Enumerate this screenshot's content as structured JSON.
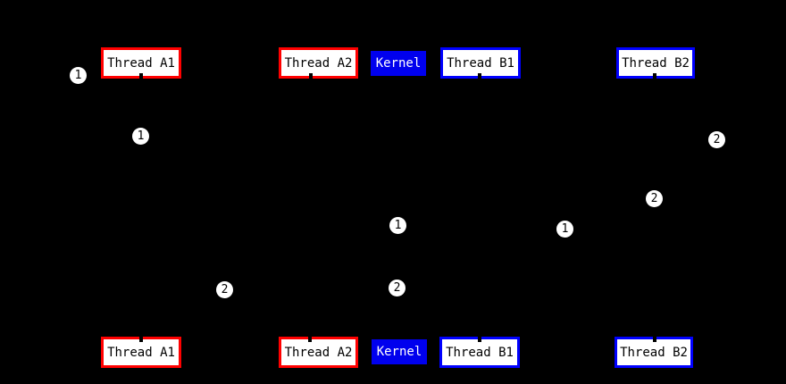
{
  "diagram": {
    "description": "Thread scheduling sequence diagram with user threads and kernel, before (top) and after (bottom) states",
    "background_color": "#000000",
    "colors": {
      "process_a_accent": "#ff0000",
      "process_b_accent": "#0000ff",
      "kernel_fill": "#0000ee",
      "box_fill": "#ffffff",
      "box_text": "#000000",
      "kernel_text": "#ffffff",
      "marker_fill": "#ffffff",
      "marker_text": "#000000"
    },
    "top_row": {
      "thread_a1": "Thread A1",
      "thread_a2": "Thread A2",
      "kernel": "Kernel",
      "thread_b1": "Thread B1",
      "thread_b2": "Thread B2"
    },
    "bottom_row": {
      "thread_a1": "Thread A1",
      "thread_a2": "Thread A2",
      "kernel": "Kernel",
      "thread_b1": "Thread B1",
      "thread_b2": "Thread B2"
    },
    "markers": [
      {
        "label": "1"
      },
      {
        "label": "1"
      },
      {
        "label": "2"
      },
      {
        "label": "2"
      },
      {
        "label": "1"
      },
      {
        "label": "1"
      },
      {
        "label": "2"
      },
      {
        "label": "2"
      }
    ]
  }
}
